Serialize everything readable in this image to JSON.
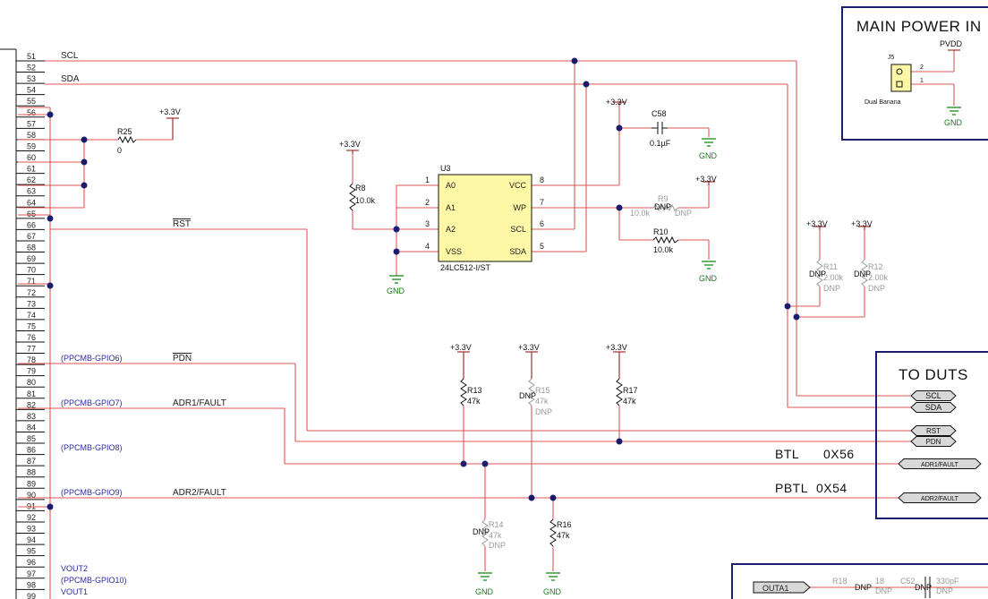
{
  "header_pins": [
    "51",
    "52",
    "53",
    "54",
    "55",
    "56",
    "57",
    "58",
    "59",
    "60",
    "61",
    "62",
    "63",
    "64",
    "65",
    "66",
    "67",
    "68",
    "69",
    "70",
    "71",
    "72",
    "73",
    "74",
    "75",
    "76",
    "77",
    "78",
    "79",
    "80",
    "81",
    "82",
    "83",
    "84",
    "85",
    "86",
    "87",
    "88",
    "89",
    "90",
    "91",
    "92",
    "93",
    "94",
    "95",
    "96",
    "97",
    "98",
    "99"
  ],
  "nets": {
    "scl": "SCL",
    "sda": "SDA",
    "rst": "RST",
    "pdn": "PDN",
    "adr1": "ADR1/FAULT",
    "adr2": "ADR2/FAULT"
  },
  "gpio": {
    "g6": "(PPCMB-GPIO6)",
    "g7": "(PPCMB-GPIO7)",
    "g8": "(PPCMB-GPIO8)",
    "g9": "(PPCMB-GPIO9)",
    "vout2": "VOUT2",
    "g10": "(PPCMB-GPIO10)",
    "vout1": "VOUT1"
  },
  "power": {
    "v33": "+3.3V",
    "gnd": "GND",
    "pvdd": "PVDD"
  },
  "eeprom": {
    "ref": "U3",
    "part": "24LC512-I/ST",
    "left_pins": [
      {
        "num": "1",
        "name": "A0"
      },
      {
        "num": "2",
        "name": "A1"
      },
      {
        "num": "3",
        "name": "A2"
      },
      {
        "num": "4",
        "name": "VSS"
      }
    ],
    "right_pins": [
      {
        "num": "8",
        "name": "VCC"
      },
      {
        "num": "7",
        "name": "WP"
      },
      {
        "num": "6",
        "name": "SCL"
      },
      {
        "num": "5",
        "name": "SDA"
      }
    ]
  },
  "components": {
    "r25": {
      "ref": "R25",
      "value": "0"
    },
    "r8": {
      "ref": "R8",
      "value": "10.0k"
    },
    "c58": {
      "ref": "C58",
      "value": "0.1µF"
    },
    "r9": {
      "ref": "R9",
      "value": "10.0k",
      "dnp": "DNP"
    },
    "r10": {
      "ref": "R10",
      "value": "10.0k"
    },
    "r11": {
      "ref": "R11",
      "value": "2.00k",
      "dnp": "DNP"
    },
    "r12": {
      "ref": "R12",
      "value": "2.00k",
      "dnp": "DNP"
    },
    "r13": {
      "ref": "R13",
      "value": "47k"
    },
    "r15": {
      "ref": "R15",
      "value": "47k",
      "dnp": "DNP"
    },
    "r17": {
      "ref": "R17",
      "value": "47k"
    },
    "r14": {
      "ref": "R14",
      "value": "47k",
      "dnp": "DNP"
    },
    "r16": {
      "ref": "R16",
      "value": "47k"
    },
    "r18": {
      "ref": "R18",
      "dnp": "DNP"
    },
    "c52": {
      "ref": "C52",
      "value": "330pF",
      "dnp": "DNP"
    }
  },
  "main_power": {
    "title": "MAIN POWER IN",
    "conn_ref": "J5",
    "conn_name": "Dual Banana",
    "pin2": "2",
    "pin1": "1"
  },
  "to_duts": {
    "title": "TO DUTS",
    "ports": [
      "SCL",
      "SDA",
      "RST",
      "PDN",
      "ADR1/FAULT",
      "ADR2/FAULT"
    ]
  },
  "annotations": {
    "btl": "BTL",
    "btl_addr": "0X56",
    "pbtl": "PBTL",
    "pbtl_addr": "0X54"
  },
  "outa": {
    "label": "OUTA1",
    "r18_suffix": "18"
  }
}
